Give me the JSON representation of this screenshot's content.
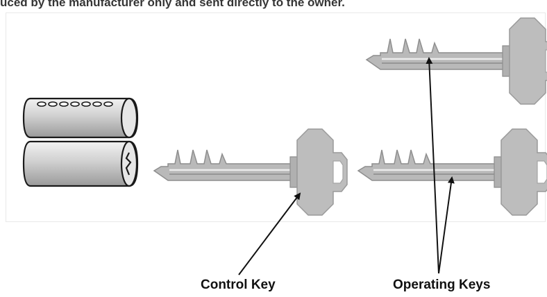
{
  "top_caption": "uced by the manufacturer only and sent directly to the owner.",
  "labels": {
    "control_key": "Control Key",
    "operating_keys": "Operating Keys"
  },
  "icons": {
    "cylinder": "lock-cylinder-icon",
    "control_key": "control-key-icon",
    "operating_key": "operating-key-icon"
  },
  "colors": {
    "key_fill": "#b8b8b8",
    "key_line": "#8e8e8e",
    "cylinder_fill": "#d4d4d4",
    "cylinder_line": "#1a1a1a",
    "arrow": "#111111"
  }
}
